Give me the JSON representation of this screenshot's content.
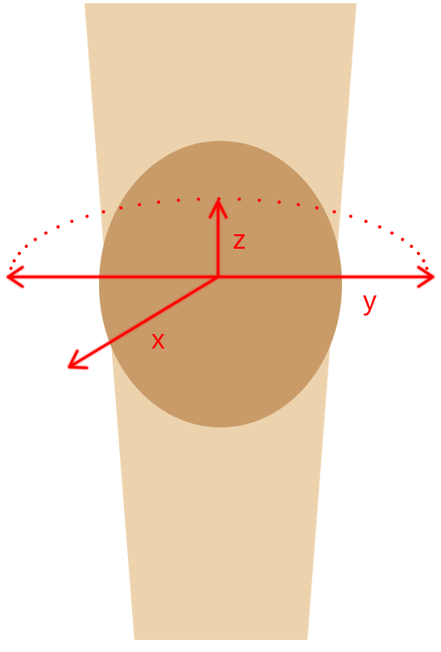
{
  "diagram": {
    "axes": {
      "x_label": "x",
      "y_label": "y",
      "z_label": "z"
    },
    "colors": {
      "limb": "#edd3ad",
      "joint": "#c89b69",
      "axis": "#ff0000",
      "background": "#ffffff"
    }
  }
}
